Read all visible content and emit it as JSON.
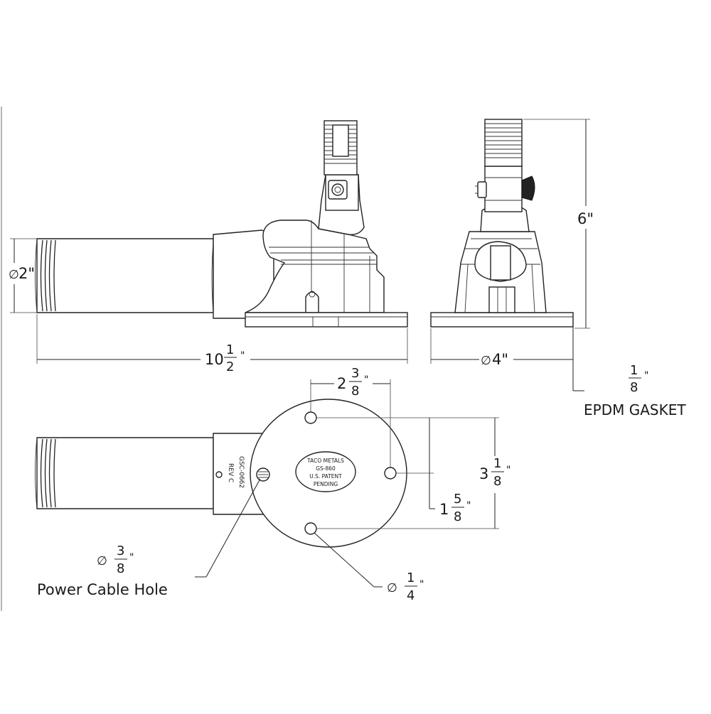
{
  "dimensions": {
    "tube_diameter": {
      "symbol": "∅",
      "value": "2\""
    },
    "overall_length": {
      "whole": "10",
      "num": "1",
      "den": "2",
      "unit": "\""
    },
    "base_diameter": {
      "symbol": "∅",
      "value": "4\""
    },
    "height": {
      "value": "6\""
    },
    "gasket": {
      "num": "1",
      "den": "8",
      "unit": "\"",
      "label": "EPDM GASKET"
    },
    "hole_spacing_x": {
      "whole": "2",
      "num": "3",
      "den": "8",
      "unit": "\""
    },
    "hole_spacing_y": {
      "whole": "3",
      "num": "1",
      "den": "8",
      "unit": "\""
    },
    "hole_offset_y": {
      "whole": "1",
      "num": "5",
      "den": "8",
      "unit": "\""
    },
    "cable_hole": {
      "symbol": "∅",
      "num": "3",
      "den": "8",
      "unit": "\"",
      "label": "Power Cable Hole"
    },
    "mount_hole": {
      "symbol": "∅",
      "num": "1",
      "den": "4",
      "unit": "\""
    }
  },
  "plate": {
    "line1": "TACO METALS",
    "line2": "GS-860",
    "line3": "U.S. PATENT",
    "line4": "PENDING"
  },
  "part_marking": {
    "code": "GSC-0662",
    "rev": "REV C"
  }
}
